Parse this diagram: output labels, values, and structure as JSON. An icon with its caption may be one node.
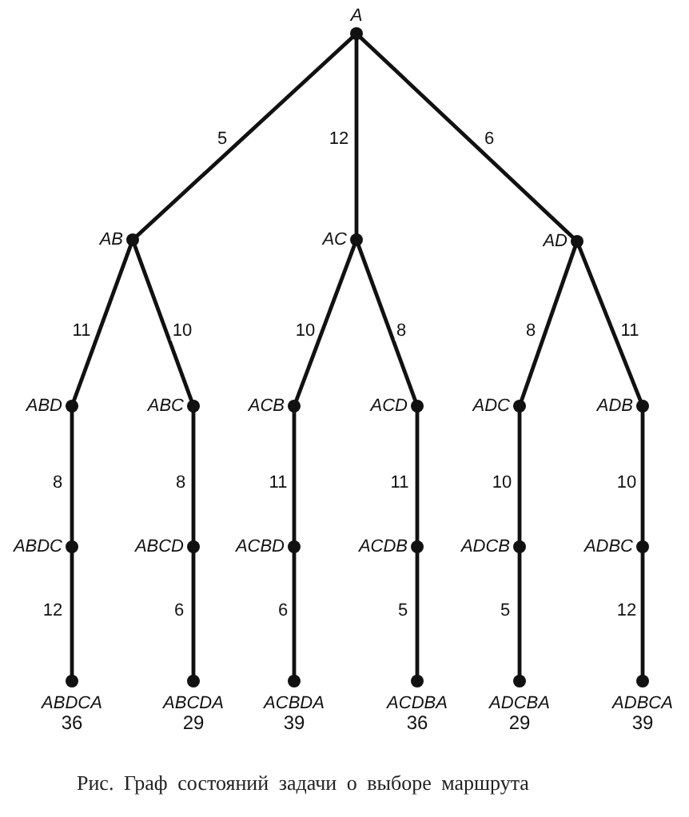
{
  "diagram": {
    "caption": "Рис. Граф состояний задачи о выборе маршрута",
    "nodes": [
      {
        "text": [
          "A"
        ]
      },
      {
        "text": [
          "AB"
        ]
      },
      {
        "text": [
          "AC"
        ]
      },
      {
        "text": [
          "AD"
        ]
      },
      {
        "text": [
          "ABD"
        ]
      },
      {
        "text": [
          "ABC"
        ]
      },
      {
        "text": [
          "ACB"
        ]
      },
      {
        "text": [
          "ACD"
        ]
      },
      {
        "text": [
          "ADC"
        ]
      },
      {
        "text": [
          "ADB"
        ]
      },
      {
        "text": [
          "ABDC"
        ]
      },
      {
        "text": [
          "ABCD"
        ]
      },
      {
        "text": [
          "ACBD"
        ]
      },
      {
        "text": [
          "ACDB"
        ]
      },
      {
        "text": [
          "ADCB"
        ]
      },
      {
        "text": [
          "ADBC"
        ]
      },
      {
        "text": [
          "ABDCA"
        ],
        "beside": [
          "36"
        ]
      },
      {
        "text": [
          "ABCDA"
        ],
        "beside": [
          "29"
        ]
      },
      {
        "text": [
          "ACBDA"
        ],
        "beside": [
          "39"
        ]
      },
      {
        "text": [
          "ACDBA"
        ],
        "beside": [
          "36"
        ]
      },
      {
        "text": [
          "ADCBA"
        ],
        "beside": [
          "29"
        ]
      },
      {
        "text": [
          "ADBCA"
        ],
        "beside": [
          "39"
        ]
      }
    ],
    "edges": [
      {
        "from": 0,
        "to": 1,
        "arrow": "none",
        "label": "5"
      },
      {
        "from": 0,
        "to": 2,
        "arrow": "none",
        "label": "12"
      },
      {
        "from": 0,
        "to": 3,
        "arrow": "none",
        "label": "6"
      },
      {
        "from": 1,
        "to": 4,
        "arrow": "none",
        "label": "11"
      },
      {
        "from": 1,
        "to": 5,
        "arrow": "none",
        "label": "10"
      },
      {
        "from": 2,
        "to": 6,
        "arrow": "none",
        "label": "10"
      },
      {
        "from": 2,
        "to": 7,
        "arrow": "none",
        "label": "8"
      },
      {
        "from": 3,
        "to": 8,
        "arrow": "none",
        "label": "8"
      },
      {
        "from": 3,
        "to": 9,
        "arrow": "none",
        "label": "11"
      },
      {
        "from": 4,
        "to": 10,
        "arrow": "none",
        "label": "8"
      },
      {
        "from": 5,
        "to": 11,
        "arrow": "none",
        "label": "8"
      },
      {
        "from": 6,
        "to": 12,
        "arrow": "none",
        "label": "11"
      },
      {
        "from": 7,
        "to": 13,
        "arrow": "none",
        "label": "11"
      },
      {
        "from": 8,
        "to": 14,
        "arrow": "none",
        "label": "10"
      },
      {
        "from": 9,
        "to": 15,
        "arrow": "none",
        "label": "10"
      },
      {
        "from": 10,
        "to": 16,
        "arrow": "none",
        "label": "12"
      },
      {
        "from": 11,
        "to": 17,
        "arrow": "none",
        "label": "6"
      },
      {
        "from": 12,
        "to": 18,
        "arrow": "none",
        "label": "6"
      },
      {
        "from": 13,
        "to": 19,
        "arrow": "none",
        "label": "5"
      },
      {
        "from": 14,
        "to": 20,
        "arrow": "none",
        "label": "5"
      },
      {
        "from": 15,
        "to": 21,
        "arrow": "none",
        "label": "12"
      }
    ]
  }
}
